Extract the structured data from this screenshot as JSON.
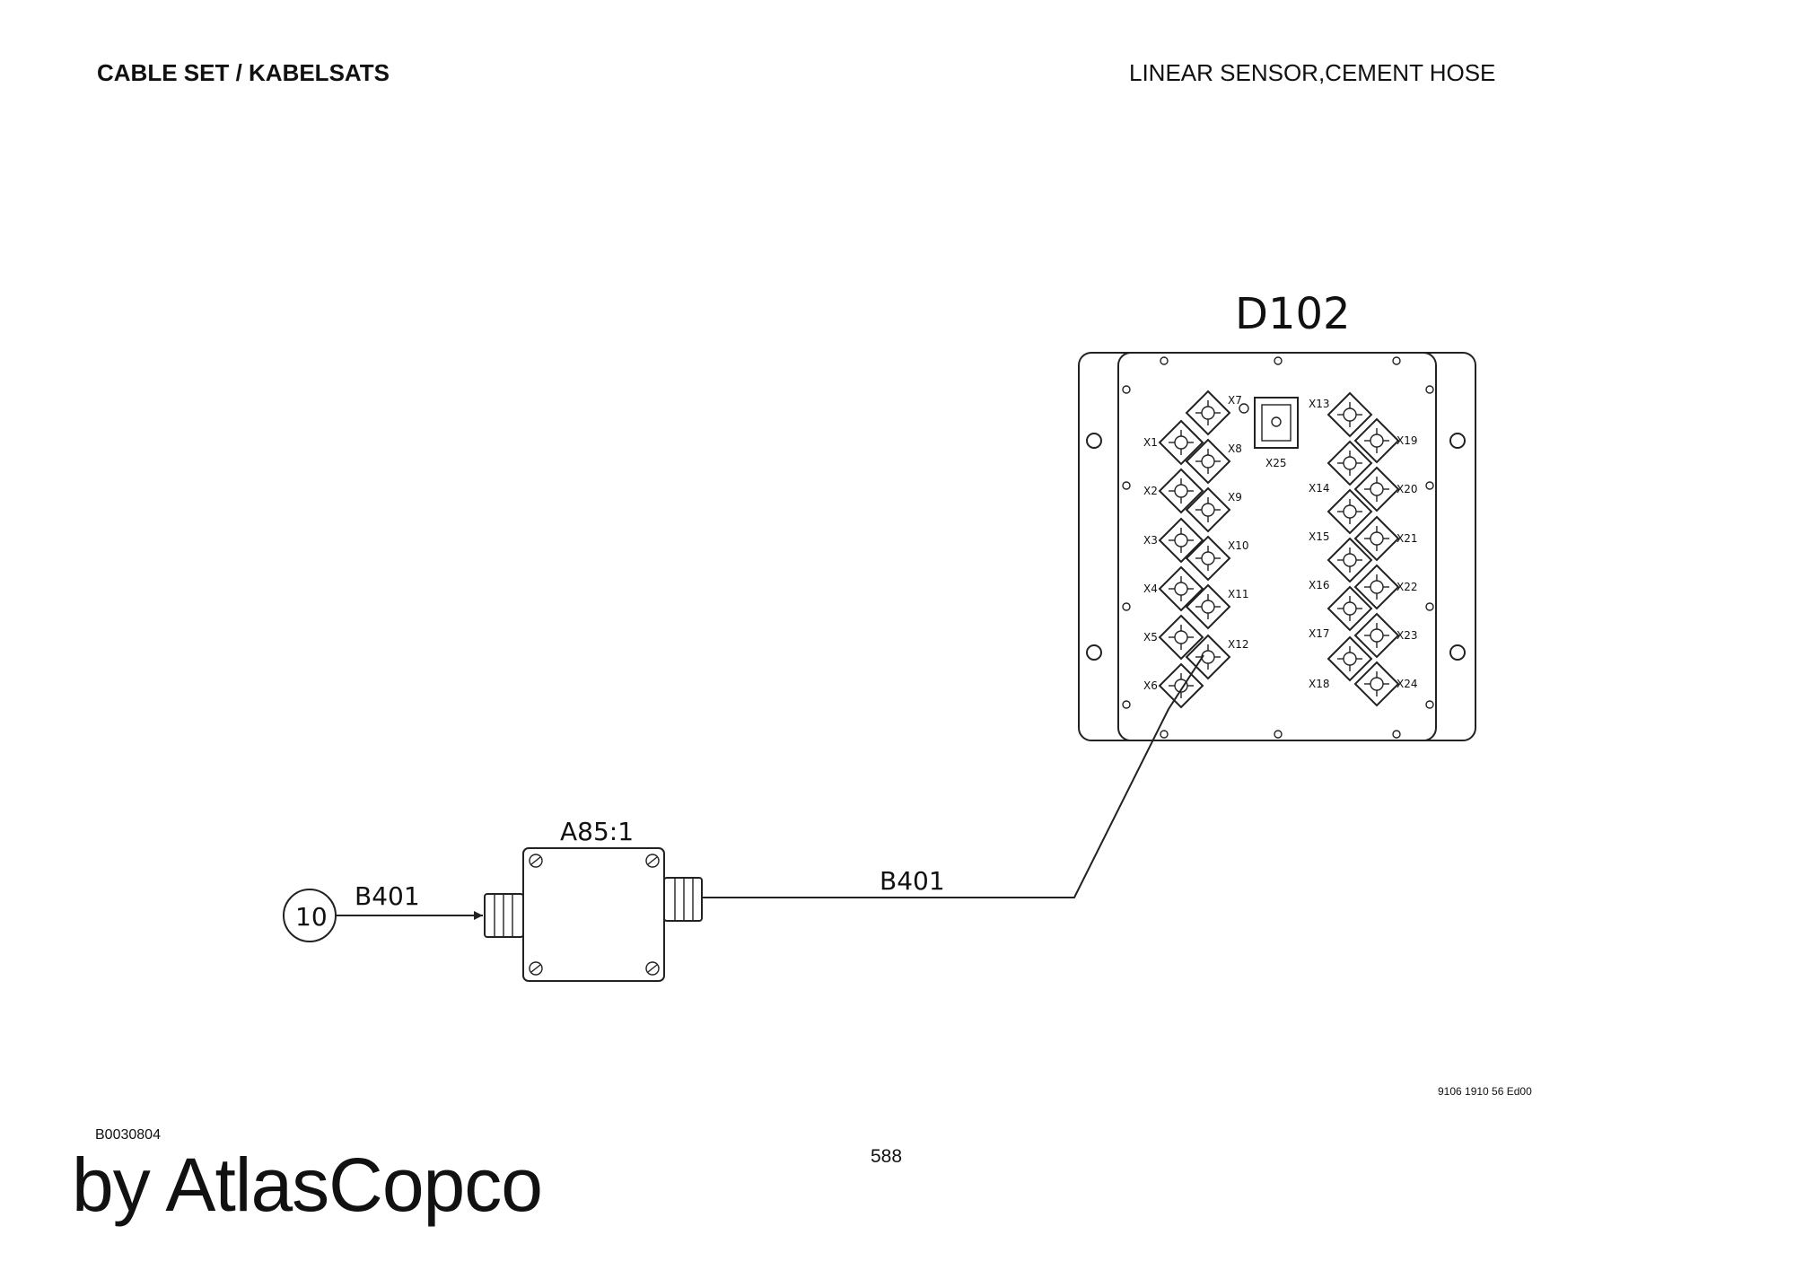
{
  "header": {
    "left_title": "CABLE SET / KABELSATS",
    "right_title": "LINEAR SENSOR,CEMENT HOSE"
  },
  "diagram": {
    "control_unit": {
      "label": "D102",
      "left_connectors": [
        "X1",
        "X2",
        "X3",
        "X4",
        "X5",
        "X6"
      ],
      "mid_left_connectors": [
        "X7",
        "X8",
        "X9",
        "X10",
        "X11",
        "X12"
      ],
      "mid_right_connectors": [
        "X13",
        "X14",
        "X15",
        "X16",
        "X17",
        "X18"
      ],
      "right_connectors": [
        "X19",
        "X20",
        "X21",
        "X22",
        "X23",
        "X24"
      ],
      "center_connector": "X25"
    },
    "junction_box": {
      "label": "A85:1"
    },
    "reference_circle": {
      "label": "10"
    },
    "cables": [
      {
        "label": "B401",
        "from": "10",
        "to": "A85:1"
      },
      {
        "label": "B401",
        "from": "A85:1",
        "to": "X12"
      }
    ]
  },
  "footer": {
    "document_number": "9106 1910 56 Ed00",
    "figure_id": "B0030804",
    "page_number": "588",
    "brand": "by AtlasCopco"
  }
}
